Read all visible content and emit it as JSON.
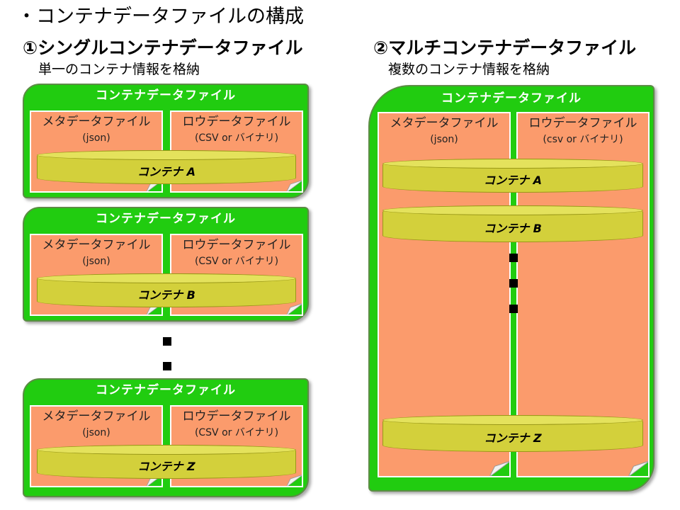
{
  "title": "・コンテナデータファイルの構成",
  "single": {
    "heading": "①シングルコンテナデータファイル",
    "subheading": "単一のコンテナ情報を格納",
    "files": [
      {
        "label": "コンテナデータファイル",
        "meta_name": "メタデータファイル",
        "meta_format": "(json)",
        "raw_name": "ロウデータファイル",
        "raw_format": "(CSV or バイナリ)",
        "container": "コンテナ A"
      },
      {
        "label": "コンテナデータファイル",
        "meta_name": "メタデータファイル",
        "meta_format": "(json)",
        "raw_name": "ロウデータファイル",
        "raw_format": "(CSV or バイナリ)",
        "container": "コンテナ B"
      },
      {
        "label": "コンテナデータファイル",
        "meta_name": "メタデータファイル",
        "meta_format": "(json)",
        "raw_name": "ロウデータファイル",
        "raw_format": "(CSV or バイナリ)",
        "container": "コンテナ Z"
      }
    ]
  },
  "multi": {
    "heading": "②マルチコンテナデータファイル",
    "subheading": "複数のコンテナ情報を格納",
    "label": "コンテナデータファイル",
    "meta_name": "メタデータファイル",
    "meta_format": "(json)",
    "raw_name": "ロウデータファイル",
    "raw_format": "(csv or バイナリ)",
    "containers": [
      "コンテナ A",
      "コンテナ B",
      "コンテナ Z"
    ]
  },
  "colors": {
    "container_file": "#21cc10",
    "inner_file": "#fb9b6c",
    "container_cylinder": "#d3d03b",
    "fold": "#f2f2f2"
  }
}
